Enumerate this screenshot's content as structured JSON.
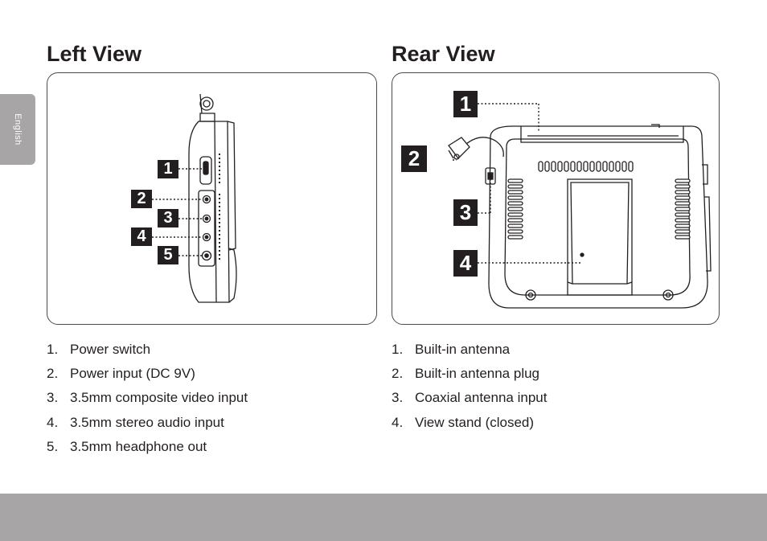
{
  "language_tab": "English",
  "left_view": {
    "title": "Left View",
    "callouts": [
      "1",
      "2",
      "3",
      "4",
      "5"
    ],
    "items": [
      {
        "num": "1.",
        "label": "Power switch"
      },
      {
        "num": "2.",
        "label": "Power input (DC 9V)"
      },
      {
        "num": "3.",
        "label": "3.5mm composite video input"
      },
      {
        "num": "4.",
        "label": "3.5mm stereo audio input"
      },
      {
        "num": "5.",
        "label": "3.5mm headphone out"
      }
    ]
  },
  "rear_view": {
    "title": "Rear View",
    "callouts": [
      "1",
      "2",
      "3",
      "4"
    ],
    "items": [
      {
        "num": "1.",
        "label": "Built-in antenna"
      },
      {
        "num": "2.",
        "label": "Built-in antenna plug"
      },
      {
        "num": "3.",
        "label": "Coaxial antenna input"
      },
      {
        "num": "4.",
        "label": "View stand (closed)"
      }
    ]
  },
  "colors": {
    "tab_gray": "#a7a5a6",
    "text": "#231f20",
    "badge": "#231f20"
  },
  "icons": [
    "side-profile-device-illustration",
    "rear-device-illustration"
  ]
}
